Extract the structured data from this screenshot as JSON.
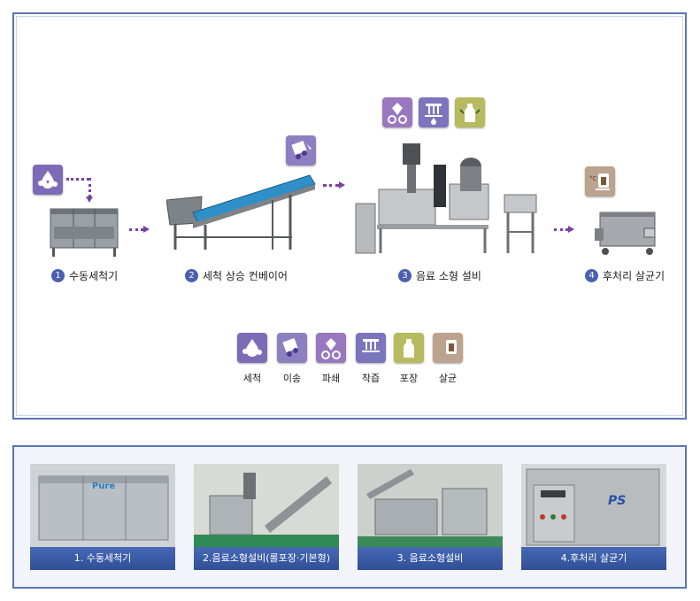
{
  "steps": [
    {
      "num": "1",
      "label": "수동세척기"
    },
    {
      "num": "2",
      "label": "세척 상승 컨베이어"
    },
    {
      "num": "3",
      "label": "음료 소형 설비"
    },
    {
      "num": "4",
      "label": "후처리 살균기"
    }
  ],
  "legend": [
    {
      "label": "세척",
      "icon": "wash-icon"
    },
    {
      "label": "이송",
      "icon": "transfer-icon"
    },
    {
      "label": "파쇄",
      "icon": "crush-icon"
    },
    {
      "label": "착즙",
      "icon": "juice-press-icon"
    },
    {
      "label": "포장",
      "icon": "packaging-icon"
    },
    {
      "label": "살균",
      "icon": "sterilize-icon"
    }
  ],
  "photos": [
    {
      "caption": "1. 수동세척기"
    },
    {
      "caption": "2.음료소형설비(롤포장·기본형)"
    },
    {
      "caption": "3. 음료소형설비"
    },
    {
      "caption": "4.후처리 살균기"
    }
  ],
  "photo_brands": {
    "pure": "Pure",
    "ps": "PS"
  },
  "colors": {
    "border": "#5a74b4",
    "arrow": "#7a3ea6",
    "badge": "#4a5fb0",
    "caption_bg": "#3a5ca6"
  }
}
